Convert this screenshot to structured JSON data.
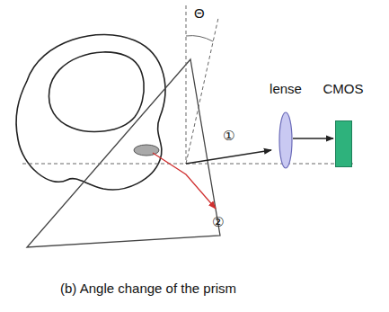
{
  "diagram": {
    "caption": "(b) Angle change of the prism",
    "nodes": [
      {
        "text": [
          "lense"
        ]
      },
      {
        "text": [
          "CMOS"
        ]
      }
    ],
    "edges": [
      {
        "from": 0,
        "to": 1,
        "arrow": "to"
      }
    ],
    "labels": [
      "Θ",
      "①",
      "②"
    ]
  }
}
